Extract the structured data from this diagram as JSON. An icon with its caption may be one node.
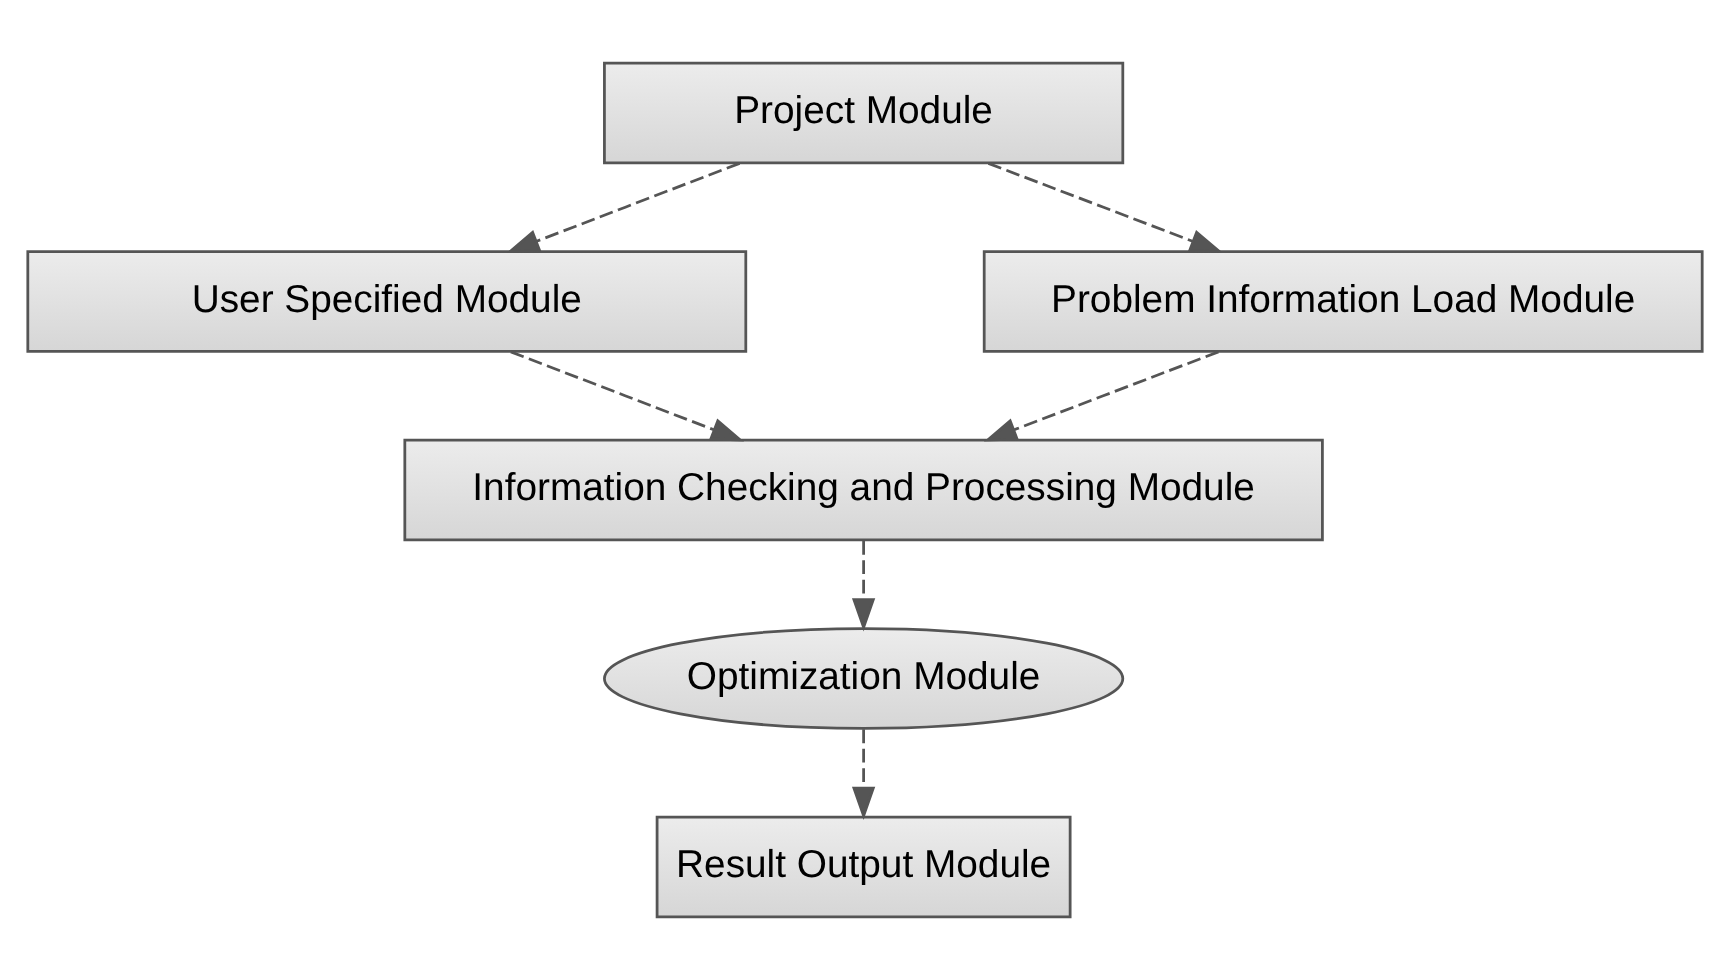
{
  "diagram": {
    "nodes": [
      {
        "text": [
          "Project Module"
        ]
      },
      {
        "text": [
          "User Specified Module"
        ]
      },
      {
        "text": [
          "Problem Information Load Module"
        ]
      },
      {
        "text": [
          "Information Checking and Processing Module"
        ]
      },
      {
        "text": [
          "Optimization Module"
        ]
      },
      {
        "text": [
          "Result Output Module"
        ]
      }
    ],
    "edges": [
      {
        "from": 0,
        "to": 1,
        "arrow": "to",
        "style": "dashed"
      },
      {
        "from": 0,
        "to": 2,
        "arrow": "to",
        "style": "dashed"
      },
      {
        "from": 1,
        "to": 3,
        "arrow": "to",
        "style": "dashed"
      },
      {
        "from": 2,
        "to": 3,
        "arrow": "to",
        "style": "dashed"
      },
      {
        "from": 3,
        "to": 4,
        "arrow": "to",
        "style": "dashed"
      },
      {
        "from": 4,
        "to": 5,
        "arrow": "to",
        "style": "dashed"
      }
    ]
  }
}
